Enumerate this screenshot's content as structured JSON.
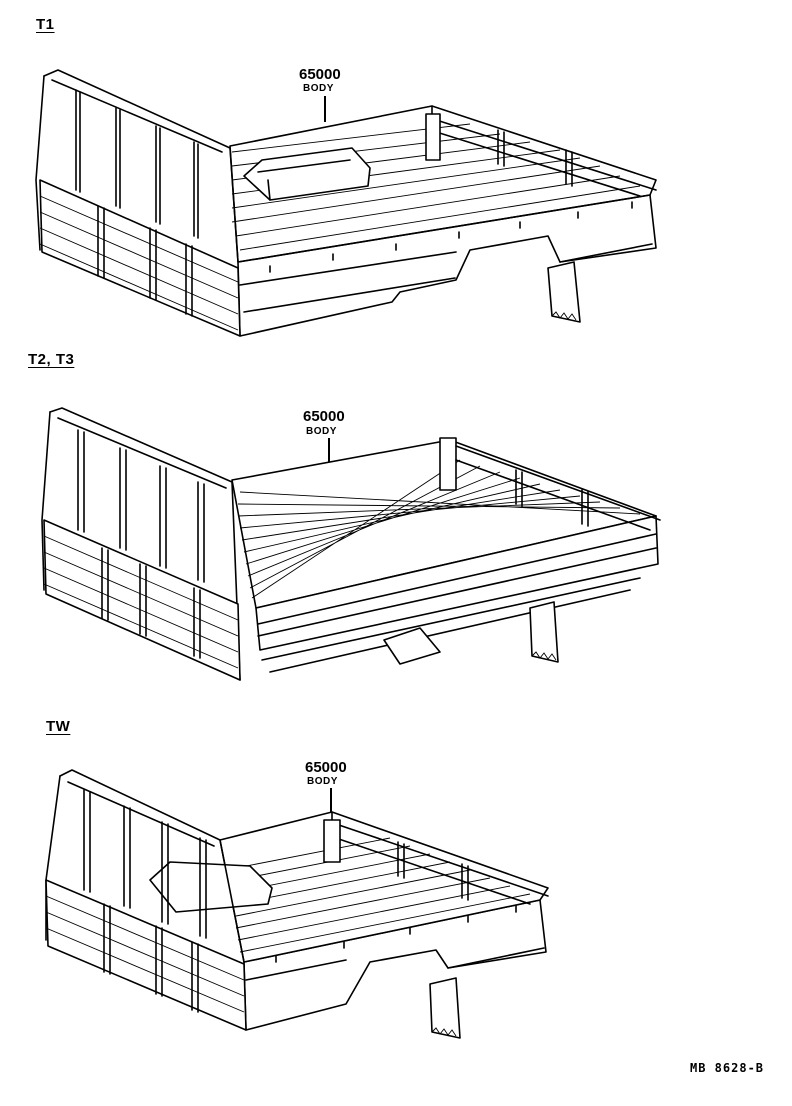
{
  "figure": {
    "catalog_code": "MB 8628-B",
    "colors": {
      "ink": "#000000",
      "paper": "#ffffff"
    }
  },
  "variants": [
    {
      "label": "T1",
      "part_number": "65000",
      "part_name": "BODY",
      "style": "deck-with-wheel-arch"
    },
    {
      "label": "T2, T3",
      "part_number": "65000",
      "part_name": "BODY",
      "style": "flat-tray"
    },
    {
      "label": "TW",
      "part_number": "65000",
      "part_name": "BODY",
      "style": "deck-with-wheel-arch"
    }
  ]
}
